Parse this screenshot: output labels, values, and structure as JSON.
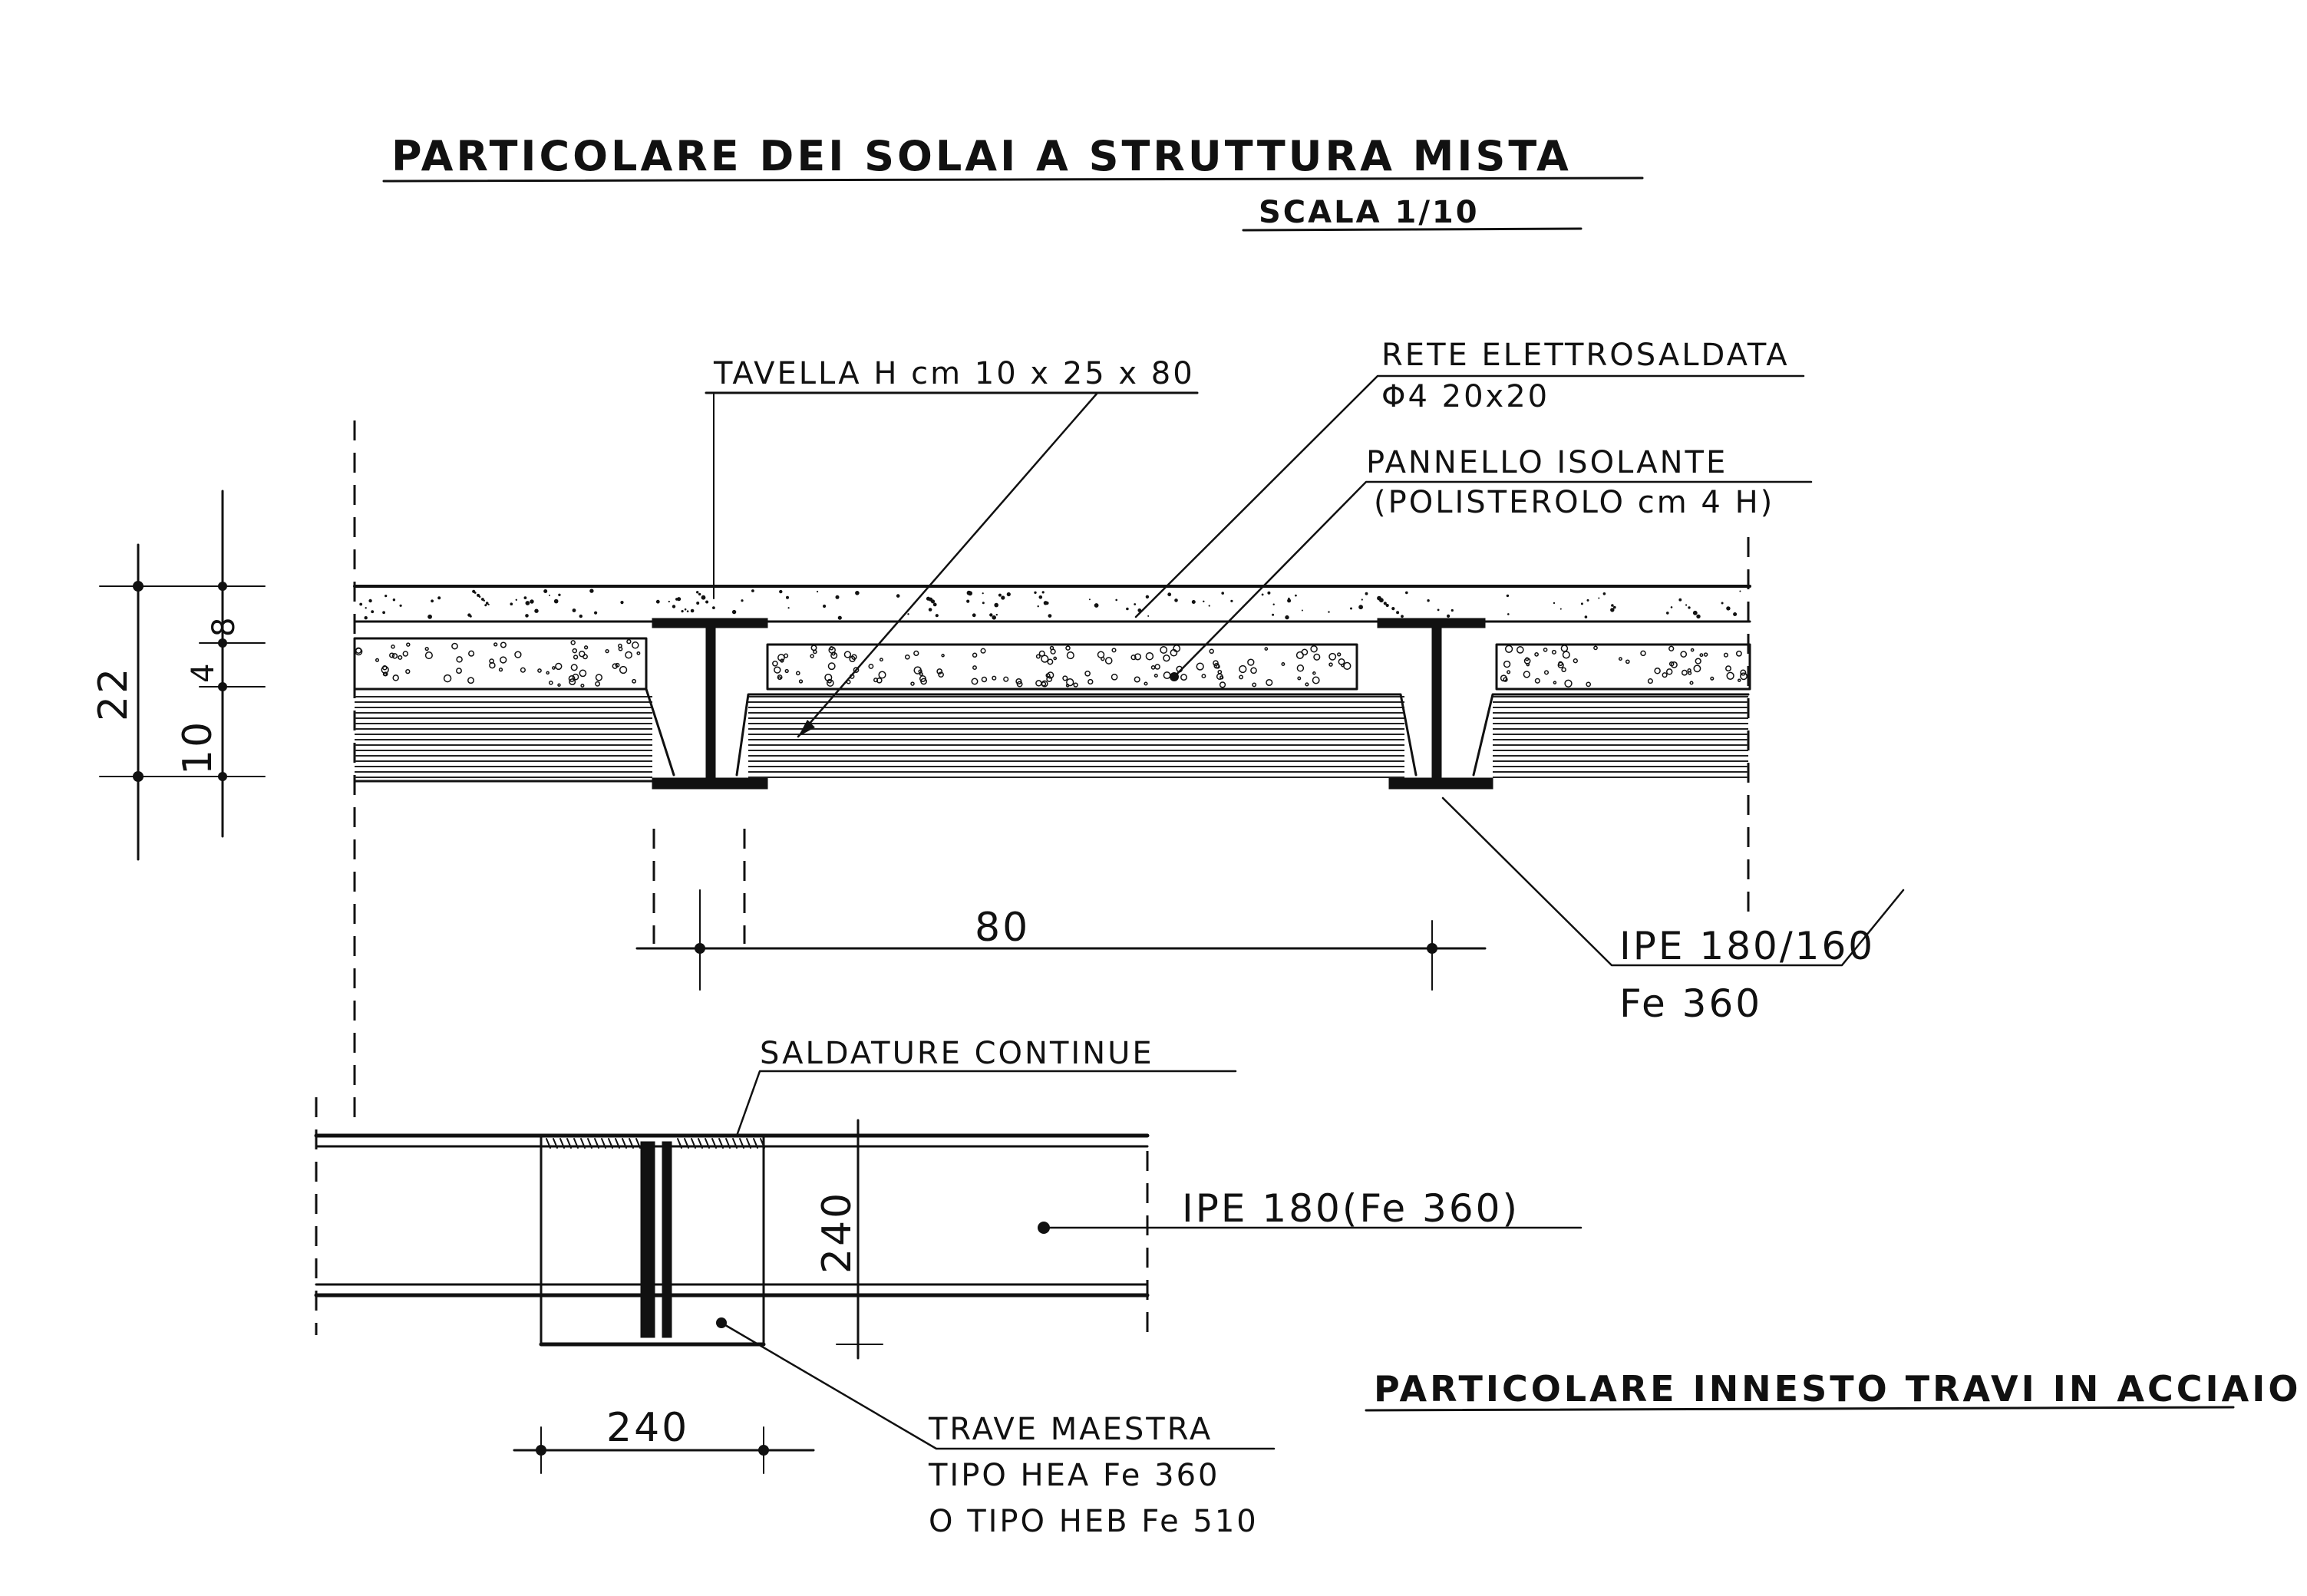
{
  "title": "PARTICOLARE DEI SOLAI A STRUTTURA MISTA",
  "scale": "SCALA 1/10",
  "section": {
    "labels": {
      "tavella": "TAVELLA H cm 10 x 25 x 80",
      "rete_1": "RETE ELETTROSALDATA",
      "rete_2": "Φ4 20x20",
      "pannello_1": "PANNELLO ISOLANTE",
      "pannello_2": "(POLISTEROLO cm 4 H)",
      "ipe_1": "IPE 180/160",
      "ipe_2": "Fe 360"
    },
    "dimensions": {
      "total_height": "22",
      "slab_layer": "8",
      "insulation_layer": "4",
      "tile_layer": "10",
      "beam_spacing": "80"
    }
  },
  "joint": {
    "labels": {
      "saldature": "SALDATURE CONTINUE",
      "ipe": "IPE 180(Fe 360)",
      "trave_1": "TRAVE MAESTRA",
      "trave_2": "TIPO HEA Fe 360",
      "trave_3": "O TIPO HEB Fe 510"
    },
    "dimensions": {
      "height": "240",
      "width": "240"
    },
    "title": "PARTICOLARE INNESTO TRAVI IN ACCIAIO"
  }
}
